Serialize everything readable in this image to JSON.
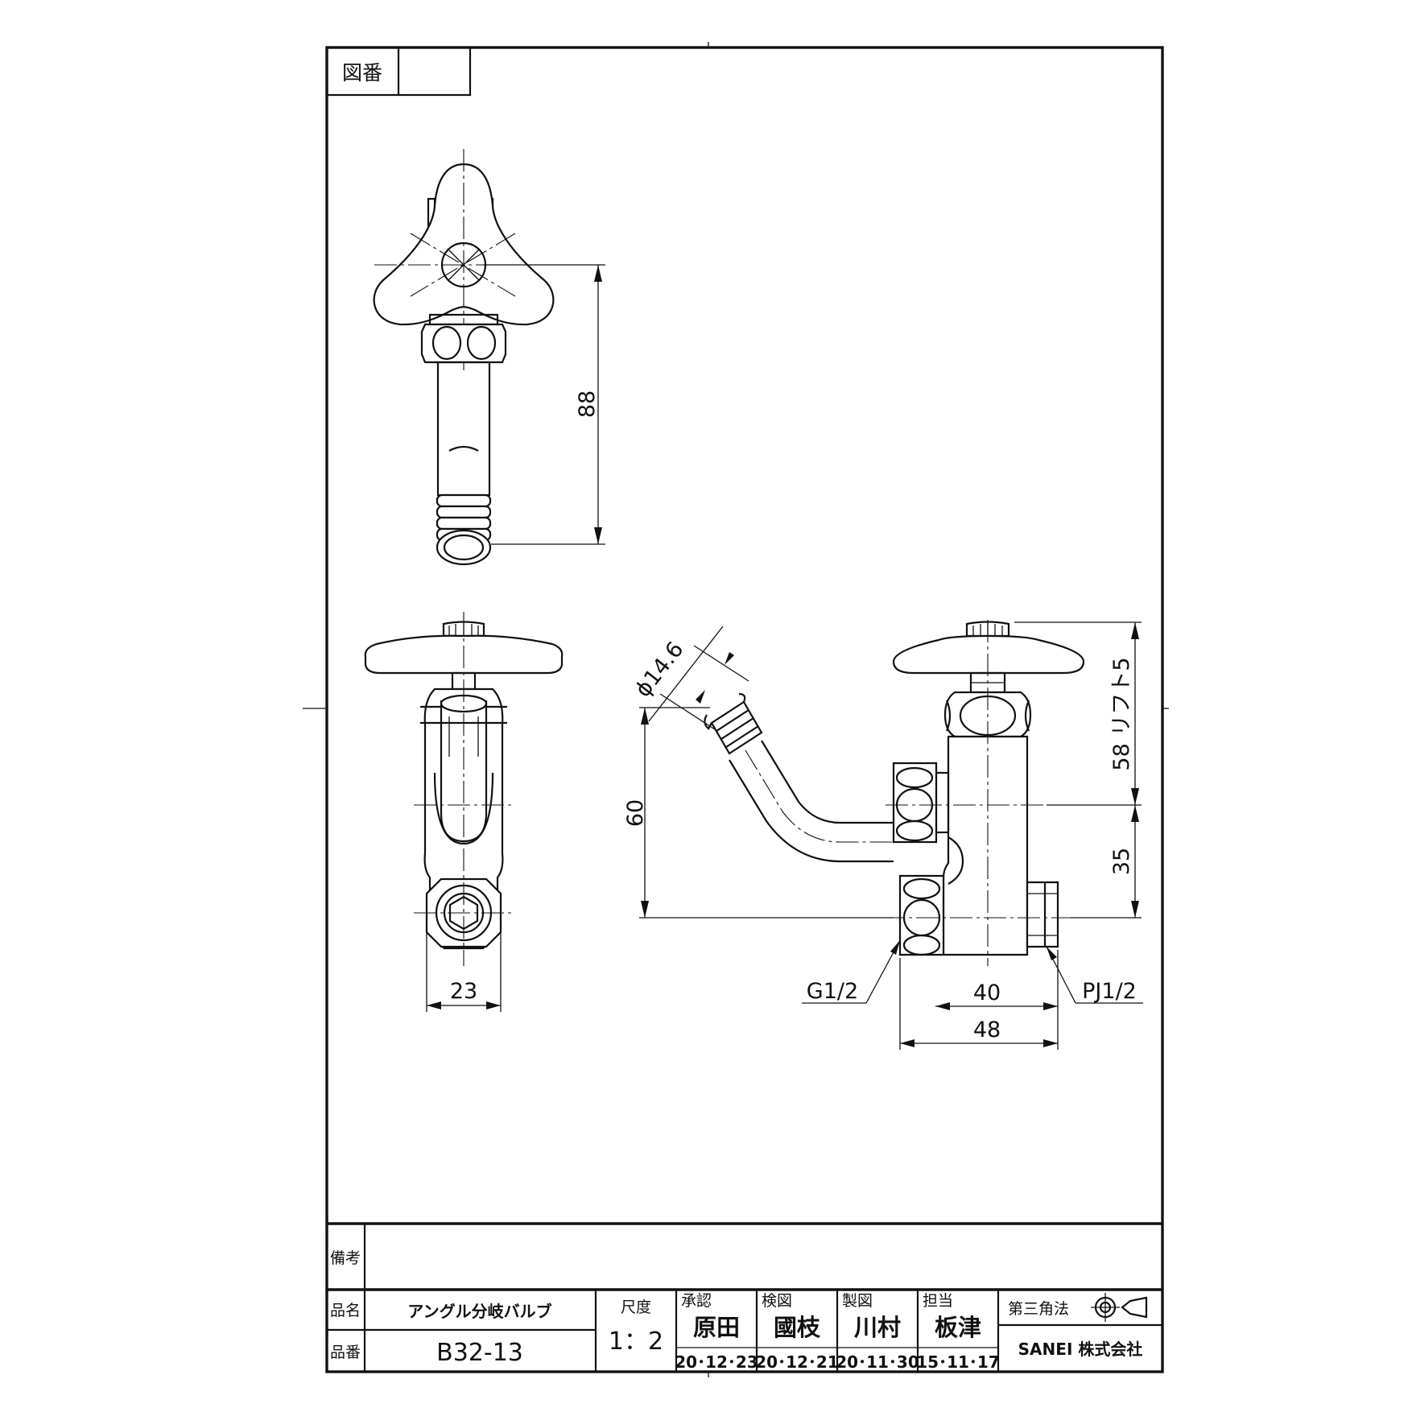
{
  "drawing_number": {
    "label": "図番",
    "value": ""
  },
  "dimensions": {
    "top_height": "88",
    "side_width": "23",
    "hose_dia": "ϕ14.6",
    "front_height": "60",
    "lift": "58 リフト5",
    "lower_height": "35",
    "inlet_thread": "G1/2",
    "outlet_thread": "PJ1/2",
    "width_a": "40",
    "width_b": "48"
  },
  "title_block": {
    "remarks_label": "備考",
    "remarks_value": "",
    "name_label": "品名",
    "name_value": "アングル分岐バルブ",
    "part_label": "品番",
    "part_value": "B32-13",
    "scale_label": "尺度",
    "scale_value": "1：2",
    "roles": [
      {
        "label": "承認",
        "name": "原田",
        "date": "20･12･23"
      },
      {
        "label": "検図",
        "name": "國枝",
        "date": "20･12･21"
      },
      {
        "label": "製図",
        "name": "川村",
        "date": "20･11･30"
      },
      {
        "label": "担当",
        "name": "板津",
        "date": "15･11･17"
      }
    ],
    "projection_label": "第三角法",
    "company": "SANEI 株式会社"
  }
}
